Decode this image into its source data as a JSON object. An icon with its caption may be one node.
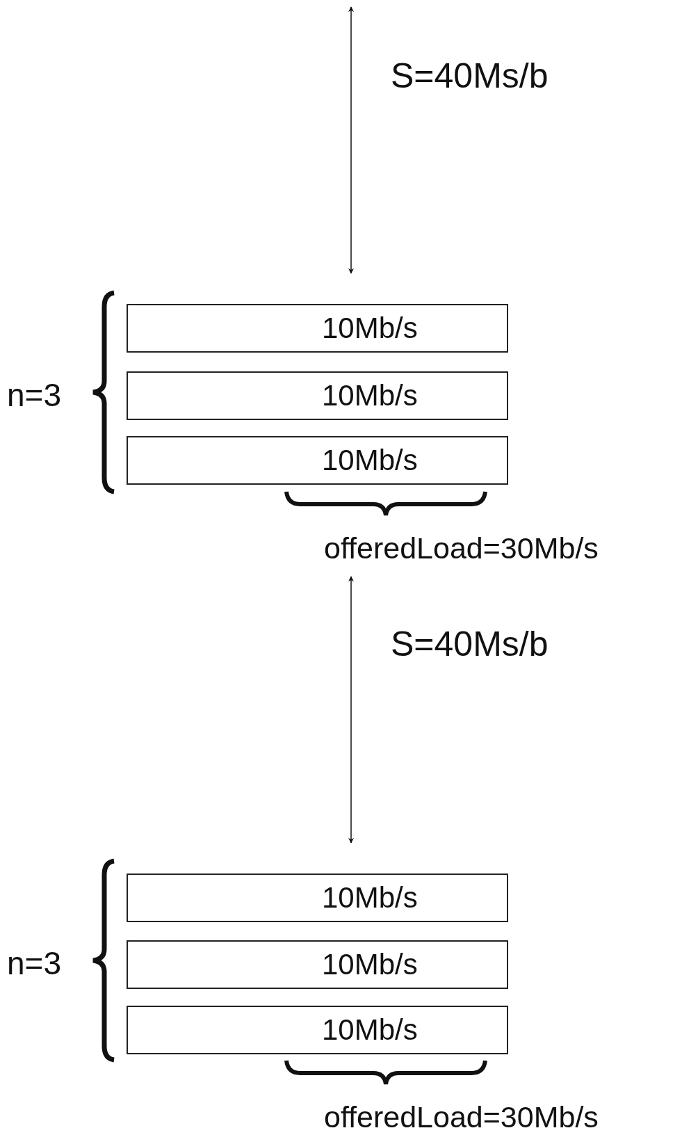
{
  "diagram": {
    "nodes": [
      {
        "text": [
          "10Mb/s"
        ]
      },
      {
        "text": [
          "10Mb/s"
        ]
      },
      {
        "text": [
          "10Mb/s"
        ]
      },
      {
        "text": [
          "10Mb/s"
        ]
      },
      {
        "text": [
          "10Mb/s"
        ]
      },
      {
        "text": [
          "10Mb/s"
        ]
      }
    ],
    "labels": [
      "S=40Ms/b",
      "n=3",
      "offeredLoad=30Mb/s",
      "S=40Ms/b",
      "n=3",
      "offeredLoad=30Mb/s"
    ]
  }
}
